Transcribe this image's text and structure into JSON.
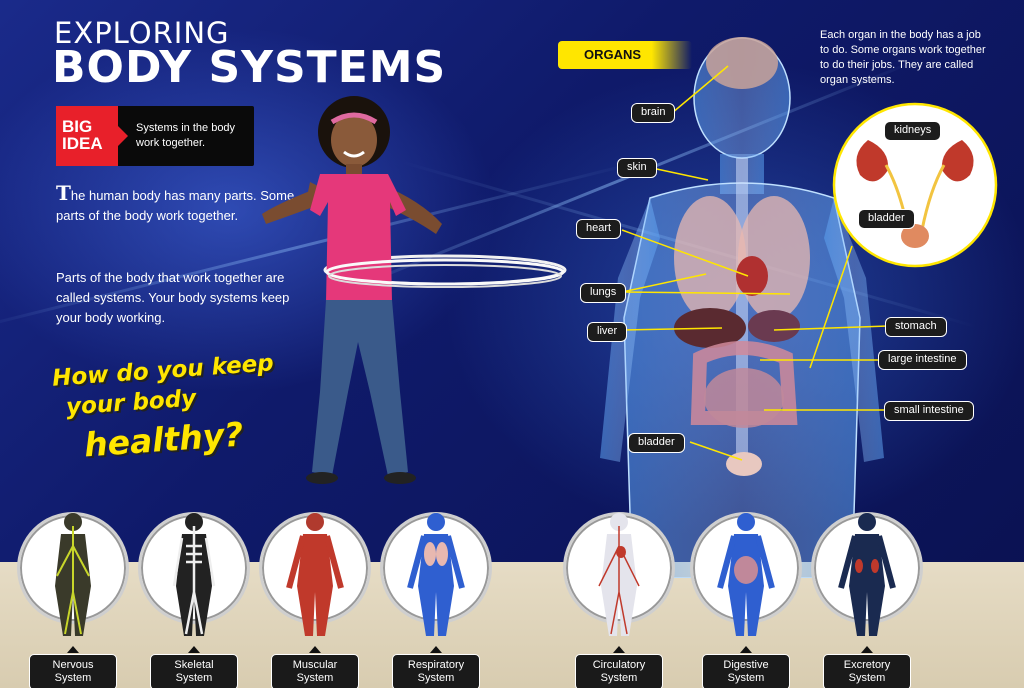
{
  "title": {
    "line1": "EXPLORING",
    "line2": "BODY SYSTEMS"
  },
  "big_idea": {
    "badge_line1": "BIG",
    "badge_line2": "IDEA",
    "text": "Systems in the body work together."
  },
  "paragraphs": {
    "p1_dropcap": "T",
    "p1_rest": "he human body has many parts. Some parts of the body work together.",
    "p2": "Parts of the body that work together are called systems. Your body systems keep your body working."
  },
  "question": {
    "line1": "How do you keep",
    "line2": "your body",
    "line3": "healthy?"
  },
  "organs_section": {
    "label": "ORGANS",
    "intro": "Each organ in the body has a job to do. Some organs work together to do their jobs. They are called organ systems.",
    "labels": {
      "brain": "brain",
      "skin": "skin",
      "heart": "heart",
      "lungs": "lungs",
      "liver": "liver",
      "bladder": "bladder",
      "stomach": "stomach",
      "large_intestine": "large intestine",
      "small_intestine": "small intestine",
      "kidneys": "kidneys",
      "inset_bladder": "bladder"
    }
  },
  "systems": [
    {
      "line1": "Nervous",
      "line2": "System",
      "color": "#c8d62a"
    },
    {
      "line1": "Skeletal",
      "line2": "System",
      "color": "#e8e8e8"
    },
    {
      "line1": "Muscular",
      "line2": "System",
      "color": "#c0392b"
    },
    {
      "line1": "Respiratory",
      "line2": "System",
      "color": "#2f5fd0"
    },
    {
      "line1": "Circulatory",
      "line2": "System",
      "color": "#d0d0d8"
    },
    {
      "line1": "Digestive",
      "line2": "System",
      "color": "#2f5fd0"
    },
    {
      "line1": "Excretory",
      "line2": "System",
      "color": "#1a2a50"
    }
  ],
  "colors": {
    "accent_yellow": "#ffe600",
    "badge_red": "#e8202a",
    "background_blue": "#0f1a6a"
  }
}
